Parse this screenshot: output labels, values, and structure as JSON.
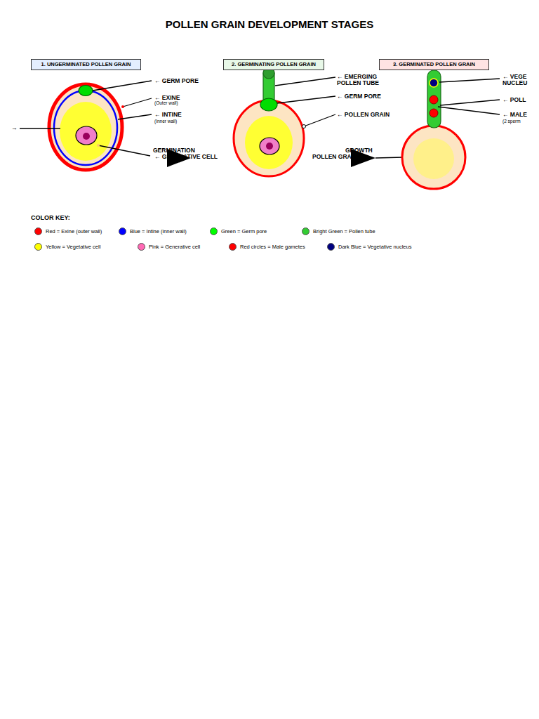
{
  "diagram": {
    "title": "POLLEN GRAIN DEVELOPMENT STAGES",
    "nodes": [
      {
        "text": [
          "1. UNGERMINATED POLLEN GRAIN"
        ]
      },
      {
        "text": [
          "2. GERMINATING POLLEN GRAIN"
        ]
      },
      {
        "text": [
          "3. GERMINATED POLLEN GRAIN"
        ]
      }
    ],
    "labels": [
      "→",
      "← GERM PORE",
      "← EXINE",
      "(Outer wall)",
      "← INTINE",
      "(Inner wall)",
      "GERMINATION",
      "← GENERATIVE CELL",
      "← EMERGING POLLEN TUBE",
      "← GERM PORE",
      "← POLLEN GRAIN",
      "GROWTH",
      "POLLEN GRAIN",
      "← VEGE NUCLEU",
      "← POLL",
      "← MALE",
      "(2 sperm",
      "COLOR KEY:"
    ],
    "legend": [
      {
        "text": "Red = Exine (outer wall)",
        "color": "#ff0000"
      },
      {
        "text": "Blue = Intine (inner wall)",
        "color": "#0000ff"
      },
      {
        "text": "Green = Germ pore",
        "color": "#00ff00"
      },
      {
        "text": "Bright Green = Pollen tube",
        "color": "#33cc33"
      },
      {
        "text": "Yellow = Vegetative cell",
        "color": "#ffff00"
      },
      {
        "text": "Pink = Generative cell",
        "color": "#ff69b4"
      },
      {
        "text": "Red circles = Male gametes",
        "color": "#ff0000"
      },
      {
        "text": "Dark Blue = Vegetative nucleus",
        "color": "#000080"
      }
    ]
  }
}
